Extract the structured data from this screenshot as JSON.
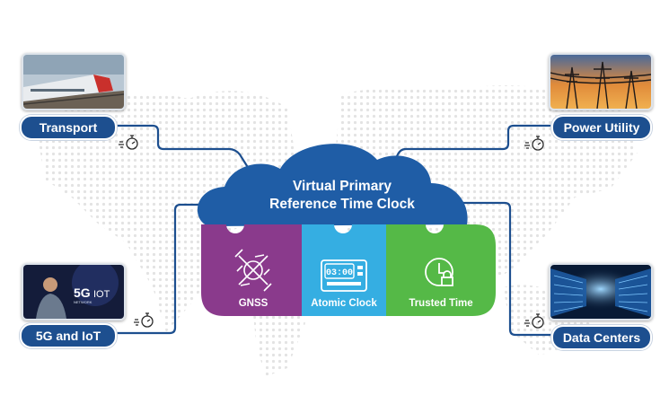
{
  "cloud": {
    "title_line1": "Virtual Primary",
    "title_line2": "Reference Time Clock"
  },
  "pieces": [
    {
      "label": "GNSS",
      "color": "#8a3a8c",
      "icon": "satellite-icon"
    },
    {
      "label": "Atomic Clock",
      "color": "#35aee2",
      "icon": "atomic-clock-icon",
      "display": "03:00"
    },
    {
      "label": "Trusted Time",
      "color": "#55b947",
      "icon": "clock-lock-icon"
    }
  ],
  "nodes": [
    {
      "label": "Transport",
      "image": "train-photo"
    },
    {
      "label": "Power Utility",
      "image": "power-lines-photo"
    },
    {
      "label": "5G and IoT",
      "image": "5g-iot-photo",
      "image_text_1": "5G",
      "image_text_2": "IOT",
      "image_text_3": "NETWORK"
    },
    {
      "label": "Data Centers",
      "image": "server-room-photo"
    }
  ],
  "colors": {
    "navy": "#1d4f8f",
    "cloud": "#1f5da6",
    "gnss": "#8a3a8c",
    "atomic": "#35aee2",
    "trusted": "#55b947",
    "map_dots": "#e4e4e4"
  }
}
